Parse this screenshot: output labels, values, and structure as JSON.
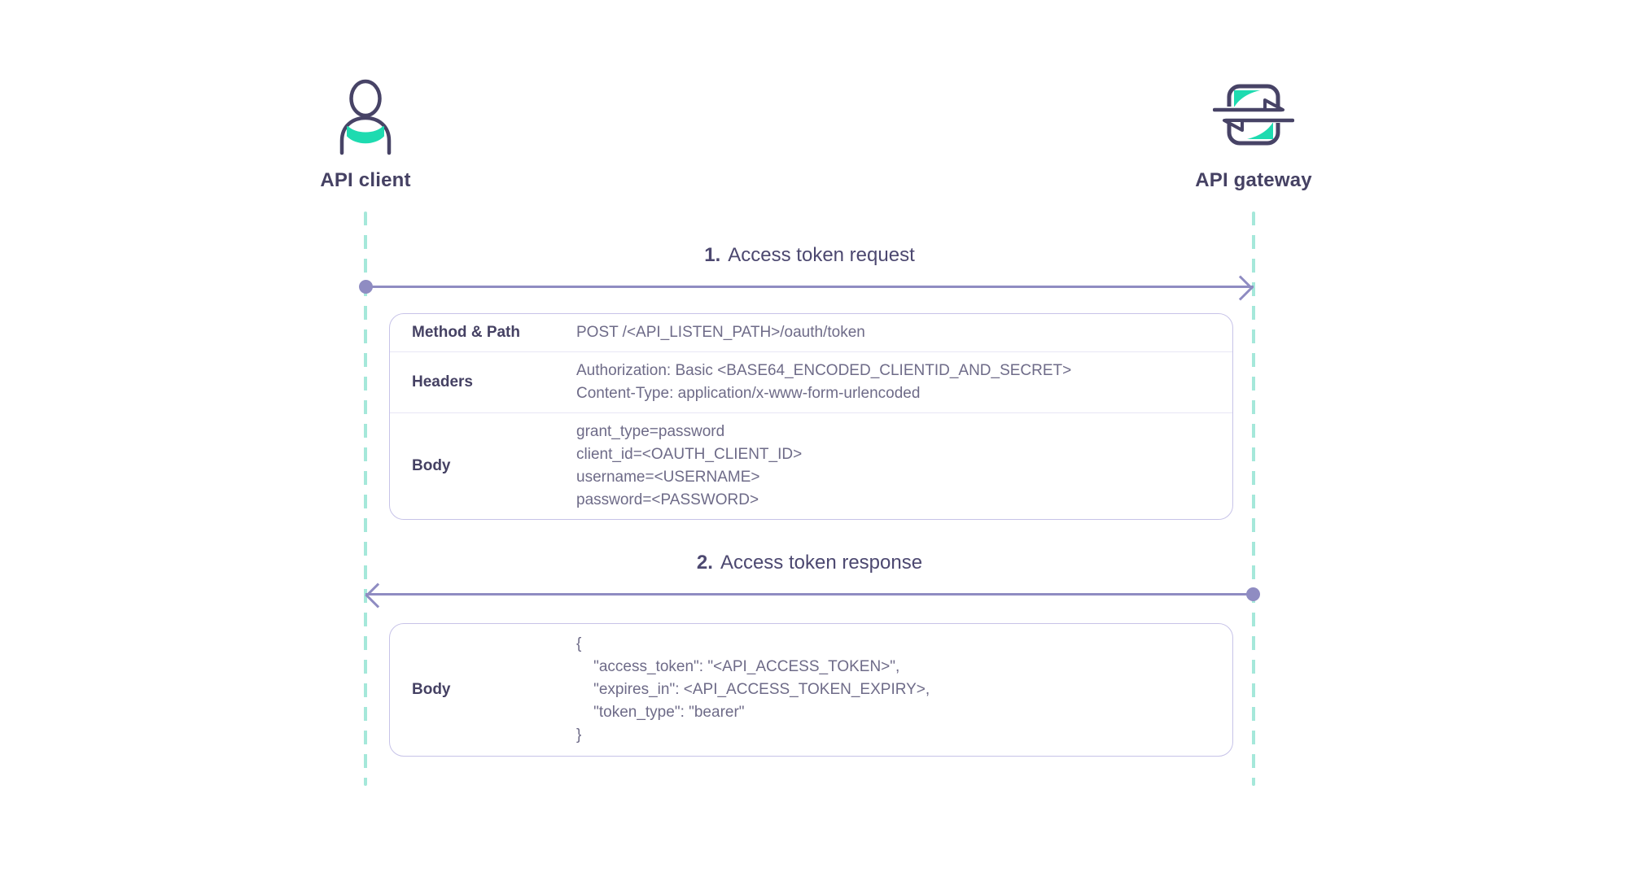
{
  "actors": [
    {
      "label": "API client",
      "icon": "user-icon"
    },
    {
      "label": "API gateway",
      "icon": "exchange-icon"
    }
  ],
  "messages": [
    {
      "number": "1.",
      "title": "Access token request",
      "direction": "client-to-gateway"
    },
    {
      "number": "2.",
      "title": "Access token response",
      "direction": "gateway-to-client"
    }
  ],
  "request_table": {
    "rows": [
      {
        "label": "Method & Path",
        "lines": [
          "POST /<API_LISTEN_PATH>/oauth/token"
        ]
      },
      {
        "label": "Headers",
        "lines": [
          "Authorization: Basic <BASE64_ENCODED_CLIENTID_AND_SECRET>",
          "Content-Type: application/x-www-form-urlencoded"
        ]
      },
      {
        "label": "Body",
        "lines": [
          "grant_type=password",
          "client_id=<OAUTH_CLIENT_ID>",
          "username=<USERNAME>",
          "password=<PASSWORD>"
        ]
      }
    ]
  },
  "response_table": {
    "rows": [
      {
        "label": "Body",
        "lines": [
          "{",
          "    \"access_token\": \"<API_ACCESS_TOKEN>\",",
          "    \"expires_in\": <API_ACCESS_TOKEN_EXPIRY>,",
          "    \"token_type\": \"bearer\"",
          "}"
        ]
      }
    ]
  },
  "colors": {
    "accent_teal": "#1edbb0",
    "lifeline_teal": "#a5e8da",
    "arrow_purple": "#8f8cc2",
    "text_dark": "#454163",
    "text_muted": "#6e6b88",
    "table_border": "#c7c3e8",
    "row_divider": "#e8e6f5",
    "icon_navy": "#474366"
  }
}
